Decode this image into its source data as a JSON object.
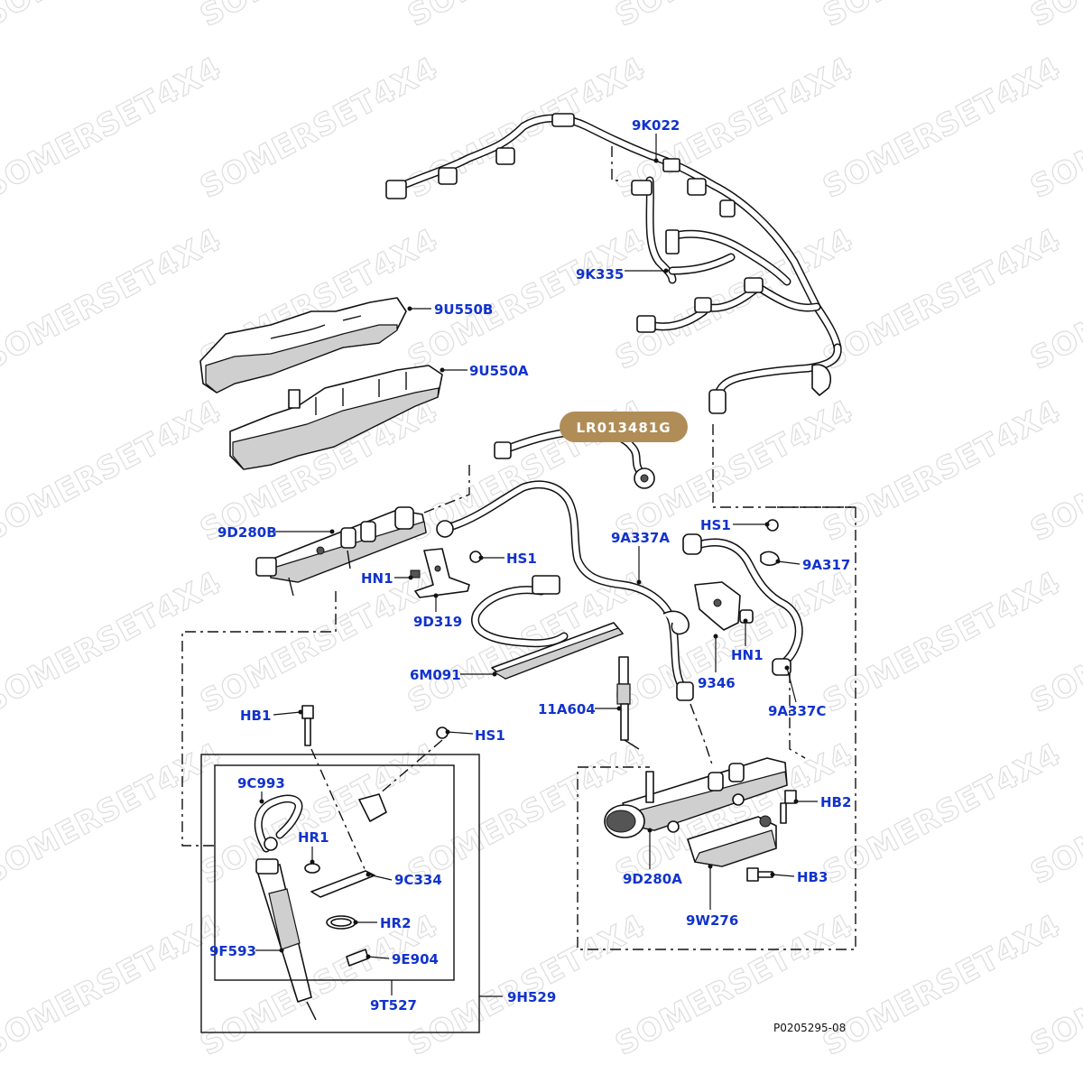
{
  "watermark": "SOMERSET4X4",
  "badge": {
    "text": "LR013481G",
    "color": "#b08d57"
  },
  "reference": "P0205295-08",
  "label_color": "#1133cc",
  "labels": {
    "9K022": "9K022",
    "9K335": "9K335",
    "9U550B": "9U550B",
    "9U550A": "9U550A",
    "9D280B": "9D280B",
    "HS1_a": "HS1",
    "HN1_a": "HN1",
    "9D319": "9D319",
    "9A337A": "9A337A",
    "HS1_b": "HS1",
    "9A317": "9A317",
    "HN1_b": "HN1",
    "9346": "9346",
    "6M091": "6M091",
    "11A604": "11A604",
    "9A337C": "9A337C",
    "HB1": "HB1",
    "HS1_c": "HS1",
    "9C993": "9C993",
    "HR1": "HR1",
    "9C334": "9C334",
    "HR2": "HR2",
    "9E904": "9E904",
    "9F593": "9F593",
    "9T527": "9T527",
    "9H529": "9H529",
    "HB2": "HB2",
    "9D280A": "9D280A",
    "HB3": "HB3",
    "9W276": "9W276"
  }
}
